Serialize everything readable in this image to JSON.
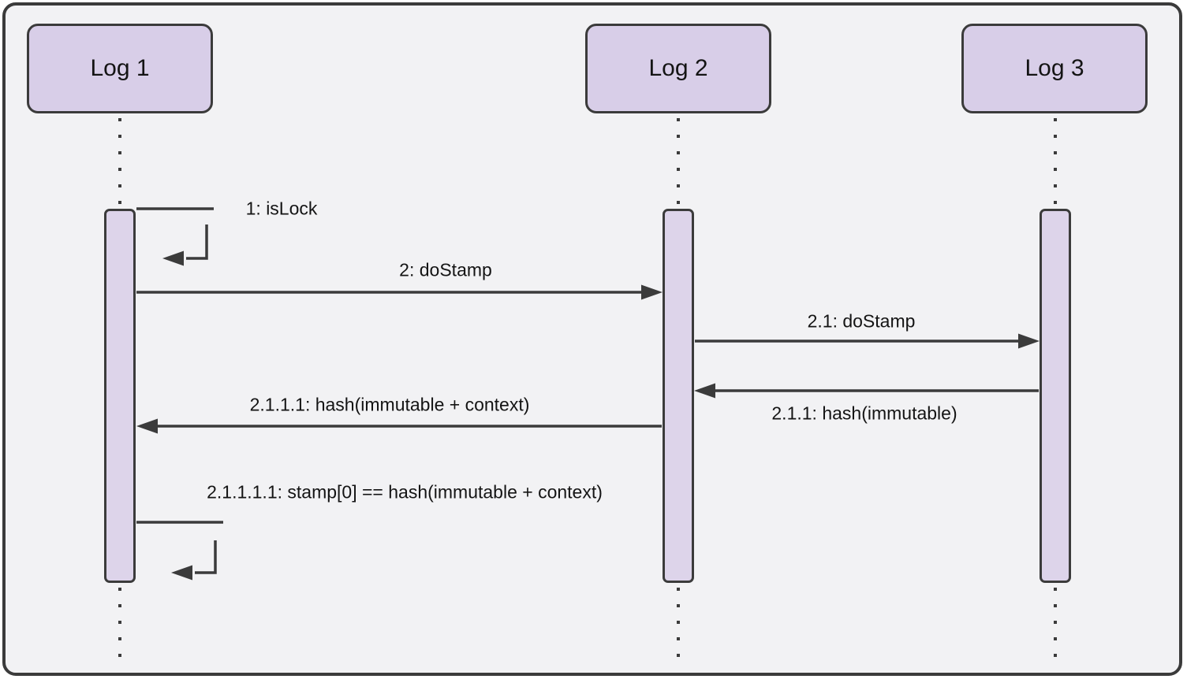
{
  "diagram": {
    "type": "uml-sequence",
    "actors": [
      {
        "name": "Log 1"
      },
      {
        "name": "Log 2"
      },
      {
        "name": "Log 3"
      }
    ],
    "messages": [
      {
        "label": "1: isLock",
        "from": "Log 1",
        "to": "Log 1",
        "kind": "self"
      },
      {
        "label": "2: doStamp",
        "from": "Log 1",
        "to": "Log 2",
        "kind": "call"
      },
      {
        "label": "2.1: doStamp",
        "from": "Log 2",
        "to": "Log 3",
        "kind": "call"
      },
      {
        "label": "2.1.1: hash(immutable)",
        "from": "Log 3",
        "to": "Log 2",
        "kind": "return"
      },
      {
        "label": "2.1.1.1: hash(immutable + context)",
        "from": "Log 2",
        "to": "Log 1",
        "kind": "return"
      },
      {
        "label": "2.1.1.1.1: stamp[0] == hash(immutable + context)",
        "from": "Log 1",
        "to": "Log 1",
        "kind": "self"
      }
    ],
    "colors": {
      "frame-bg": "#f2f2f4",
      "stroke": "#3b3b3b",
      "actor-fill": "#d8cee8",
      "bar-fill": "#ddd4ea",
      "text": "#141414"
    }
  }
}
